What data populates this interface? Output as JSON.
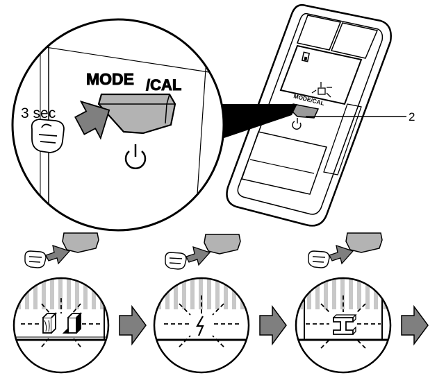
{
  "top": {
    "zoom_label_mode": "MODE",
    "zoom_label_cal": "/CAL",
    "duration_label": "3 sec",
    "device_label": "MODE/CAL",
    "callout_number": "2"
  },
  "sequence": {
    "steps": [
      {
        "mode_icon": "wood-and-metal-icon"
      },
      {
        "mode_icon": "live-wire-icon"
      },
      {
        "mode_icon": "steel-beam-icon"
      }
    ]
  },
  "colors": {
    "ink": "#000000",
    "button_gray": "#b3b3b3",
    "arrow_gray": "#7f7f7f",
    "stripe_gray": "#c8c8c8"
  }
}
